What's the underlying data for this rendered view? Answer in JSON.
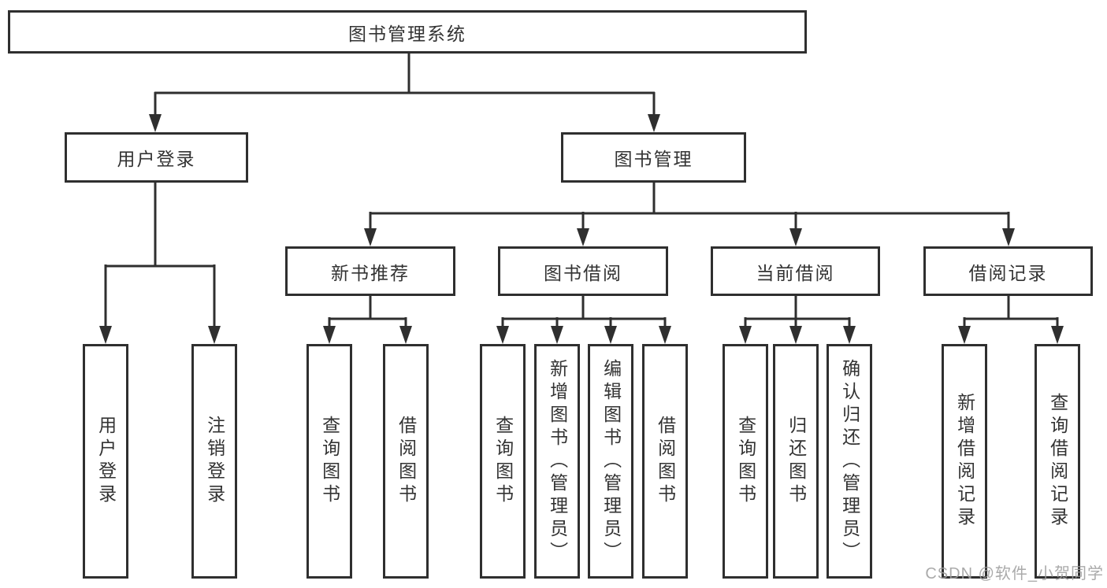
{
  "diagram": {
    "type": "hierarchy-tree",
    "root": {
      "label": "图书管理系统"
    },
    "groups": {
      "user_login": {
        "label": "用户登录",
        "children": [
          "用户登录",
          "注销登录"
        ]
      },
      "book_management": {
        "label": "图书管理"
      },
      "new_book_recommend": {
        "label": "新书推荐",
        "parent": "图书管理",
        "children": [
          "查询图书",
          "借阅图书"
        ]
      },
      "book_borrowing": {
        "label": "图书借阅",
        "parent": "图书管理",
        "children": [
          "查询图书",
          "新增图书（管理员）",
          "编辑图书（管理员）",
          "借阅图书"
        ]
      },
      "current_borrowing": {
        "label": "当前借阅",
        "parent": "图书管理",
        "children": [
          "查询图书",
          "归还图书",
          "确认归还（管理员）"
        ]
      },
      "borrowing_records": {
        "label": "借阅记录",
        "parent": "图书管理",
        "children": [
          "新增借阅记录",
          "查询借阅记录"
        ]
      }
    },
    "watermark": "CSDN @软件_小贺同学",
    "colors": {
      "line": "#2f2f2f",
      "text": "#333333",
      "background": "#ffffff",
      "watermark": "#9e9e9e"
    }
  }
}
